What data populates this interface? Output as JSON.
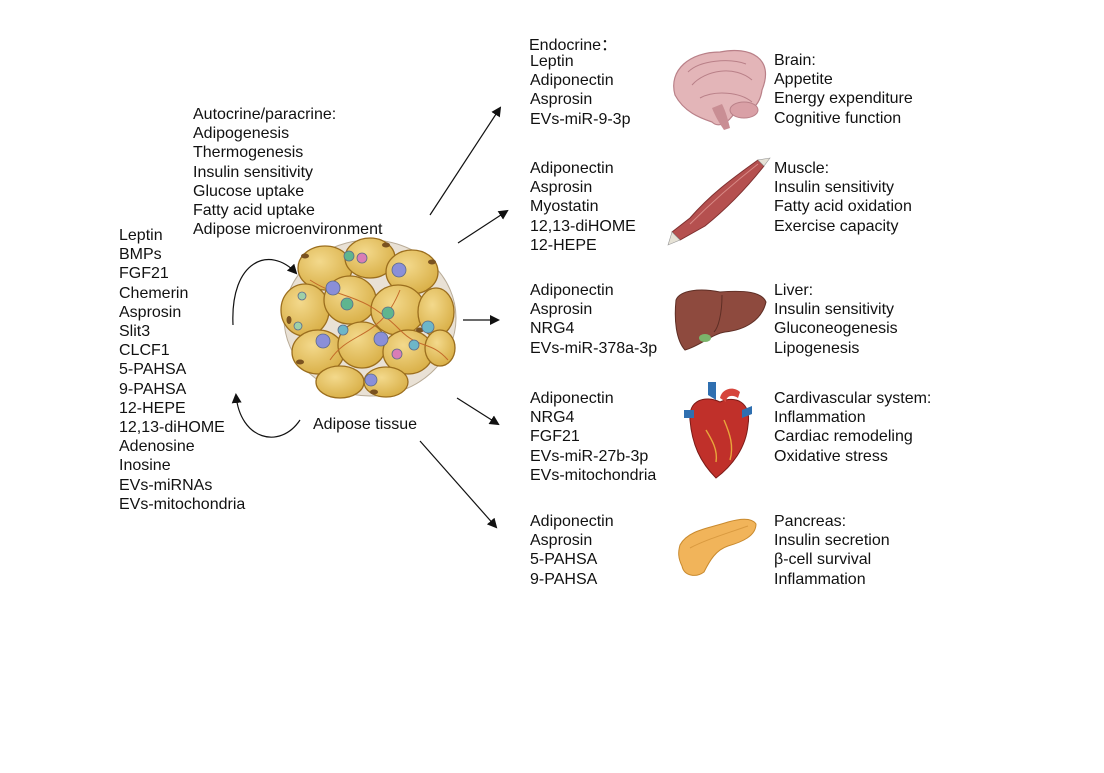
{
  "autocrine": {
    "title": "Autocrine/paracrine:",
    "items": [
      "Adipogenesis",
      "Thermogenesis",
      "Insulin sensitivity",
      "Glucose uptake",
      "Fatty acid uptake",
      "Adipose microenvironment"
    ]
  },
  "left_factors": [
    "Leptin",
    "BMPs",
    "FGF21",
    "Chemerin",
    "Asprosin",
    "Slit3",
    "CLCF1",
    "5-PAHSA",
    "9-PAHSA",
    "12-HEPE",
    "12,13-diHOME",
    "Adenosine",
    "Inosine",
    "EVs-miRNAs",
    "EVs-mitochondria"
  ],
  "tissue_label": "Adipose tissue",
  "endocrine_title": "Endocrine：",
  "rows": [
    {
      "organ": "brain",
      "factors": [
        "Leptin",
        "Adiponectin",
        "Asprosin",
        "EVs-miR-9-3p"
      ],
      "effects_title": "Brain:",
      "effects": [
        "Appetite",
        "Energy expenditure",
        "Cognitive function"
      ]
    },
    {
      "organ": "muscle",
      "factors": [
        "Adiponectin",
        "Asprosin",
        "Myostatin",
        "12,13-diHOME",
        "12-HEPE"
      ],
      "effects_title": "Muscle:",
      "effects": [
        "Insulin sensitivity",
        "Fatty acid oxidation",
        "Exercise capacity"
      ]
    },
    {
      "organ": "liver",
      "factors": [
        "Adiponectin",
        "Asprosin",
        "NRG4",
        "EVs-miR-378a-3p"
      ],
      "effects_title": "Liver:",
      "effects": [
        "Insulin sensitivity",
        "Gluconeogenesis",
        "Lipogenesis"
      ]
    },
    {
      "organ": "heart",
      "factors": [
        "Adiponectin",
        "NRG4",
        "FGF21",
        "EVs-miR-27b-3p",
        "EVs-mitochondria"
      ],
      "effects_title": "Cardivascular system:",
      "effects": [
        "Inflammation",
        "Cardiac remodeling",
        "Oxidative stress"
      ]
    },
    {
      "organ": "pancreas",
      "factors": [
        "Adiponectin",
        "Asprosin",
        "5-PAHSA",
        "9-PAHSA"
      ],
      "effects_title": "Pancreas:",
      "effects": [
        "Insulin secretion",
        "β-cell survival",
        "Inflammation"
      ]
    }
  ],
  "colors": {
    "adipocyte": "#E6C15C",
    "adipocyte_edge": "#9B6E1E",
    "arrow": "#111111",
    "brain": "#D9A3A8",
    "muscle": "#B5504F",
    "liver": "#8E4A3E",
    "heart_red": "#C0302A",
    "heart_blue": "#2F6FB0",
    "pancreas": "#F1B45A"
  }
}
